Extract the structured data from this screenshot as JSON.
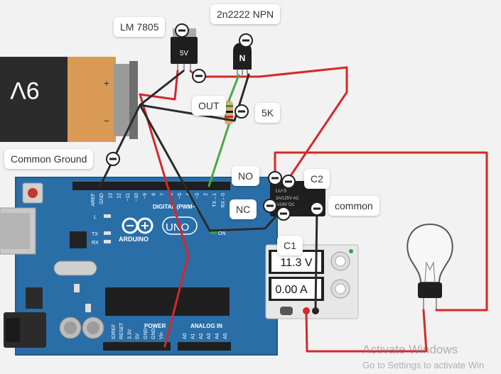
{
  "colors": {
    "board": "#2a6ea8",
    "board_dark": "#1f5b8e",
    "wire_red": "#d62828",
    "wire_black": "#2b2b2b",
    "wire_green": "#4aa845",
    "battery_body": "#2b2b2b",
    "battery_band": "#d99a55",
    "psu_body": "#e7e7e7",
    "accent": "#3aa04a"
  },
  "labels": {
    "regulator_callout": "LM 7805",
    "transistor_callout": "2n2222 NPN",
    "out_callout": "OUT",
    "resistor_callout": "5K",
    "common_ground_callout": "Common Ground",
    "no_callout": "NO",
    "c2_callout": "C2",
    "nc_callout": "NC",
    "common_callout": "common",
    "c1_callout": "C1"
  },
  "battery": {
    "label": "9V",
    "plus": "+",
    "minus": "−"
  },
  "regulator": {
    "label": "5V"
  },
  "transistor": {
    "label": "N"
  },
  "relay": {
    "line1": "LU-5",
    "line2": "3A/125V AC",
    "line3": "A/24V DC"
  },
  "arduino": {
    "logo_text": "ARDUINO",
    "model": "UNO",
    "digital_label": "DIGITAL (PWM~)",
    "power_label": "POWER",
    "analog_label": "ANALOG IN",
    "on_label": "ON",
    "led_l": "L",
    "led_tx": "TX",
    "led_rx": "RX",
    "digital_pins": [
      "AREF",
      "GND",
      "13",
      "12",
      "~11",
      "~10",
      "~9",
      "8",
      "7",
      "~6",
      "~5",
      "4",
      "~3",
      "2",
      "TX→1",
      "RX←0"
    ],
    "power_pins": [
      "IOREF",
      "RESET",
      "3.3V",
      "5V",
      "GND",
      "GND",
      "Vin"
    ],
    "analog_pins": [
      "A0",
      "A1",
      "A2",
      "A3",
      "A4",
      "A5"
    ]
  },
  "power_supply": {
    "voltage": "11.3 V",
    "current": "0.00 A"
  },
  "watermark": {
    "line1": "Activate Windows",
    "line2": "Go to Settings to activate Win"
  }
}
